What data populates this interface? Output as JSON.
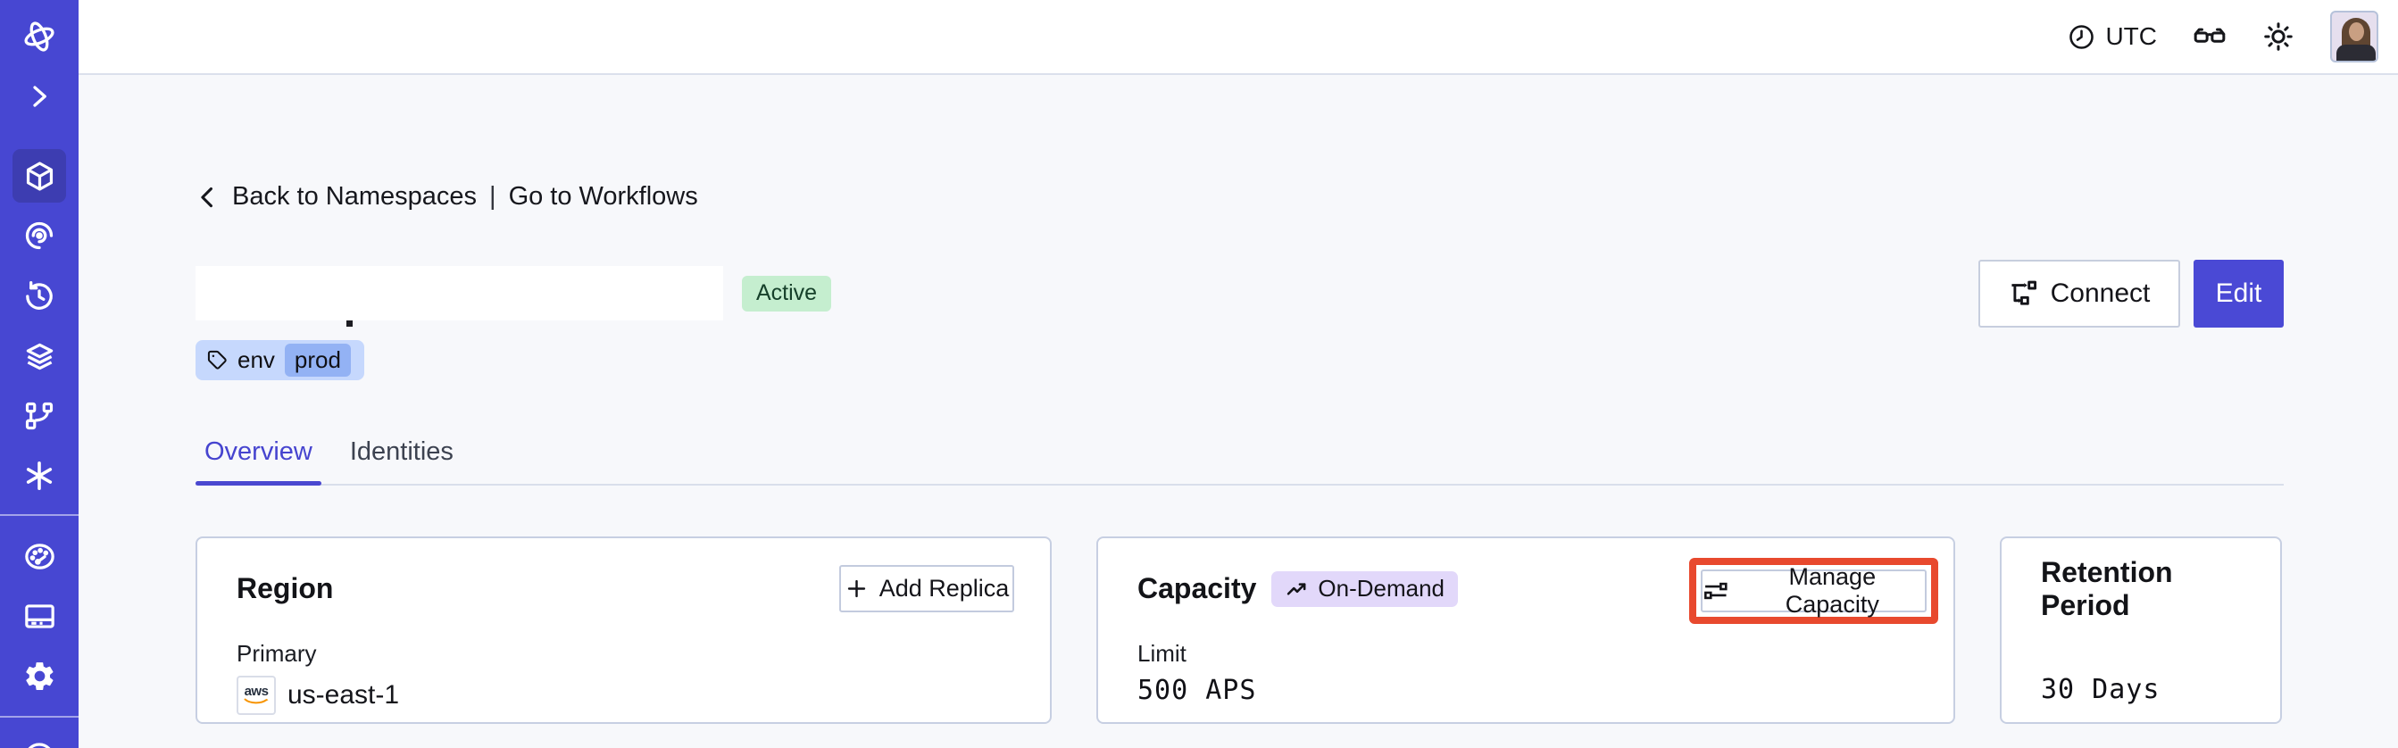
{
  "colors": {
    "indigo": "#4a49d5",
    "sidebar_bg": "#4747d2",
    "sidebar_active_bg": "#3d3db1",
    "content_bg": "#f7f8fb",
    "card_border": "#c7cfe2",
    "status_green_bg": "#c5eecf",
    "tag_blue_bg": "#c6d8fd",
    "tag_blue_chip": "#93b2f4",
    "ondemand_purple_bg": "#e2d8fa",
    "annotation_red": "#e8492e",
    "aws_orange": "#f79400"
  },
  "sidebar": {
    "icons": [
      "temporal-logo",
      "expand-chevron",
      "namespaces-cube",
      "monitor-eye",
      "history-clock",
      "stacks-layers",
      "workflow-branch",
      "nexus-asterisk",
      "usage-gauge",
      "billing-card",
      "settings-gear",
      "help-circle"
    ],
    "active_item": "namespaces-cube"
  },
  "topbar": {
    "timezone": "UTC",
    "icons": [
      "clock-icon",
      "glasses-icon",
      "sun-icon",
      "avatar"
    ]
  },
  "breadcrumb": {
    "back_label": "Back to Namespaces",
    "separator": "|",
    "workflows_label": "Go to Workflows"
  },
  "header": {
    "status_badge": "Active",
    "tag_key": "env",
    "tag_value": "prod",
    "connect_label": "Connect",
    "edit_label": "Edit"
  },
  "tabs": [
    {
      "label": "Overview",
      "active": true
    },
    {
      "label": "Identities",
      "active": false
    }
  ],
  "cards": {
    "region": {
      "title": "Region",
      "add_replica_label": "Add Replica",
      "primary_label": "Primary",
      "provider": "aws",
      "value": "us-east-1"
    },
    "capacity": {
      "title": "Capacity",
      "badge": "On-Demand",
      "manage_label": "Manage Capacity",
      "limit_label": "Limit",
      "value": "500 APS"
    },
    "retention": {
      "title": "Retention Period",
      "value": "30 Days"
    }
  }
}
